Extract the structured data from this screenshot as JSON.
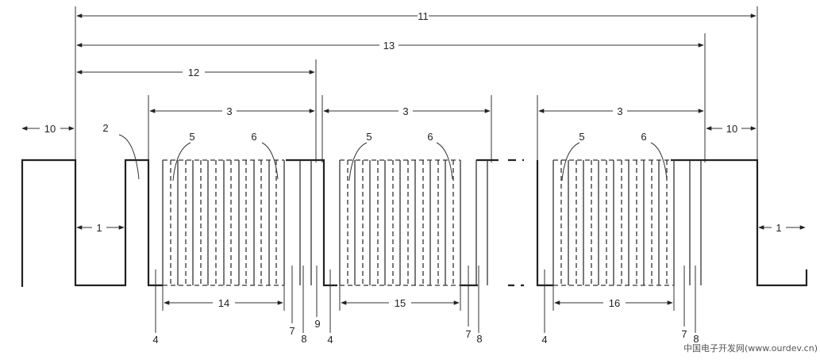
{
  "labels": {
    "l11": "11",
    "l13": "13",
    "l12": "12",
    "l3a": "3",
    "l3b": "3",
    "l3c": "3",
    "l10a": "10",
    "l10b": "10",
    "l1a": "1",
    "l1b": "1",
    "l2": "2",
    "l5a": "5",
    "l6a": "6",
    "l5b": "5",
    "l6b": "6",
    "l5c": "5",
    "l6c": "6",
    "l14": "14",
    "l15": "15",
    "l16": "16",
    "l4a": "4",
    "l4b": "4",
    "l4c": "4",
    "l7a": "7",
    "l8a": "8",
    "l9": "9",
    "l7b": "7",
    "l8b": "8",
    "l7c": "7",
    "l8c": "8"
  },
  "watermark": "中国电子开发网(www.ourdev.cn)"
}
